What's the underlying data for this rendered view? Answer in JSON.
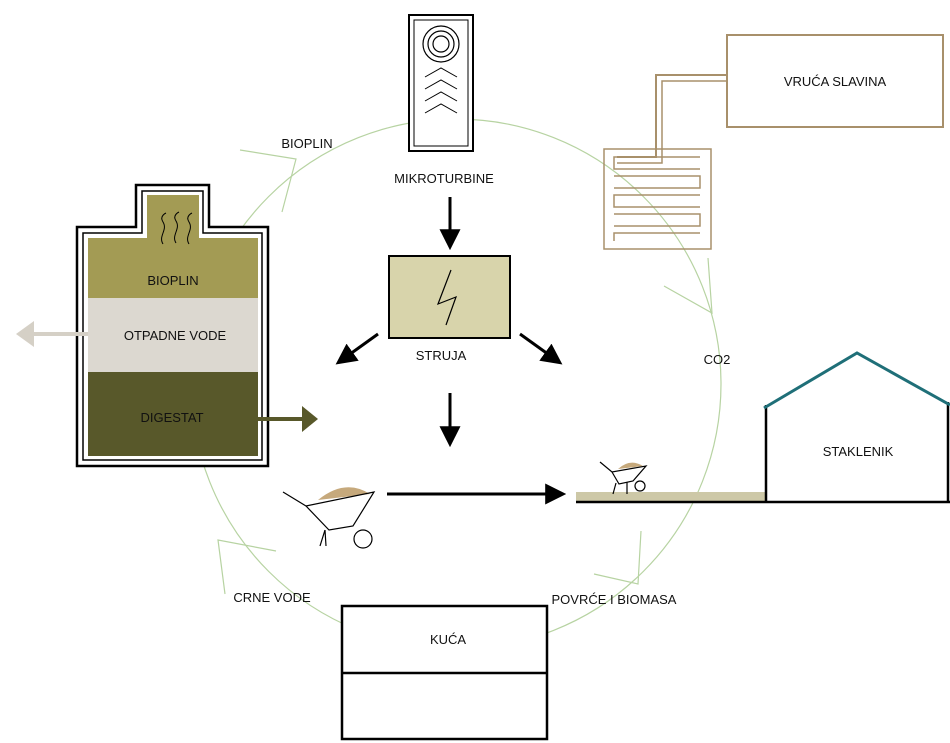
{
  "labels": {
    "microturbines": "MIKROTURBINE",
    "hot_tap": "VRUĆA SLAVINA",
    "biogas_flow": "BIOPLIN",
    "electricity": "STRUJA",
    "co2": "CO2",
    "greenhouse": "STAKLENIK",
    "house": "KUĆA",
    "black_water": "CRNE VODE",
    "vegetables_biomass": "POVRĆE I BIOMASA",
    "digester_biogas": "BIOPLIN",
    "digester_wastewater": "OTPADNE VODE",
    "digester_digestate": "DIGESTAT"
  },
  "colors": {
    "cycle_line": "#b7d3a2",
    "tap_outline": "#a8906b",
    "biogas_layer": "#a39b54",
    "wastewater_layer": "#dcd8d0",
    "digestate_layer": "#58582a",
    "generator_fill": "#d8d4ab",
    "greenhouse_roof": "#1f6f78",
    "soil": "#cdc8a7",
    "wheelbarrow_load": "#c6a97c",
    "wastewater_arrow": "#d5d0c6",
    "digestate_arrow": "#58582a"
  },
  "icons": [
    "turbine-icon",
    "lightning-icon",
    "heat-exchanger-icon",
    "wheelbarrow-icon",
    "gas-vapor-icon"
  ]
}
